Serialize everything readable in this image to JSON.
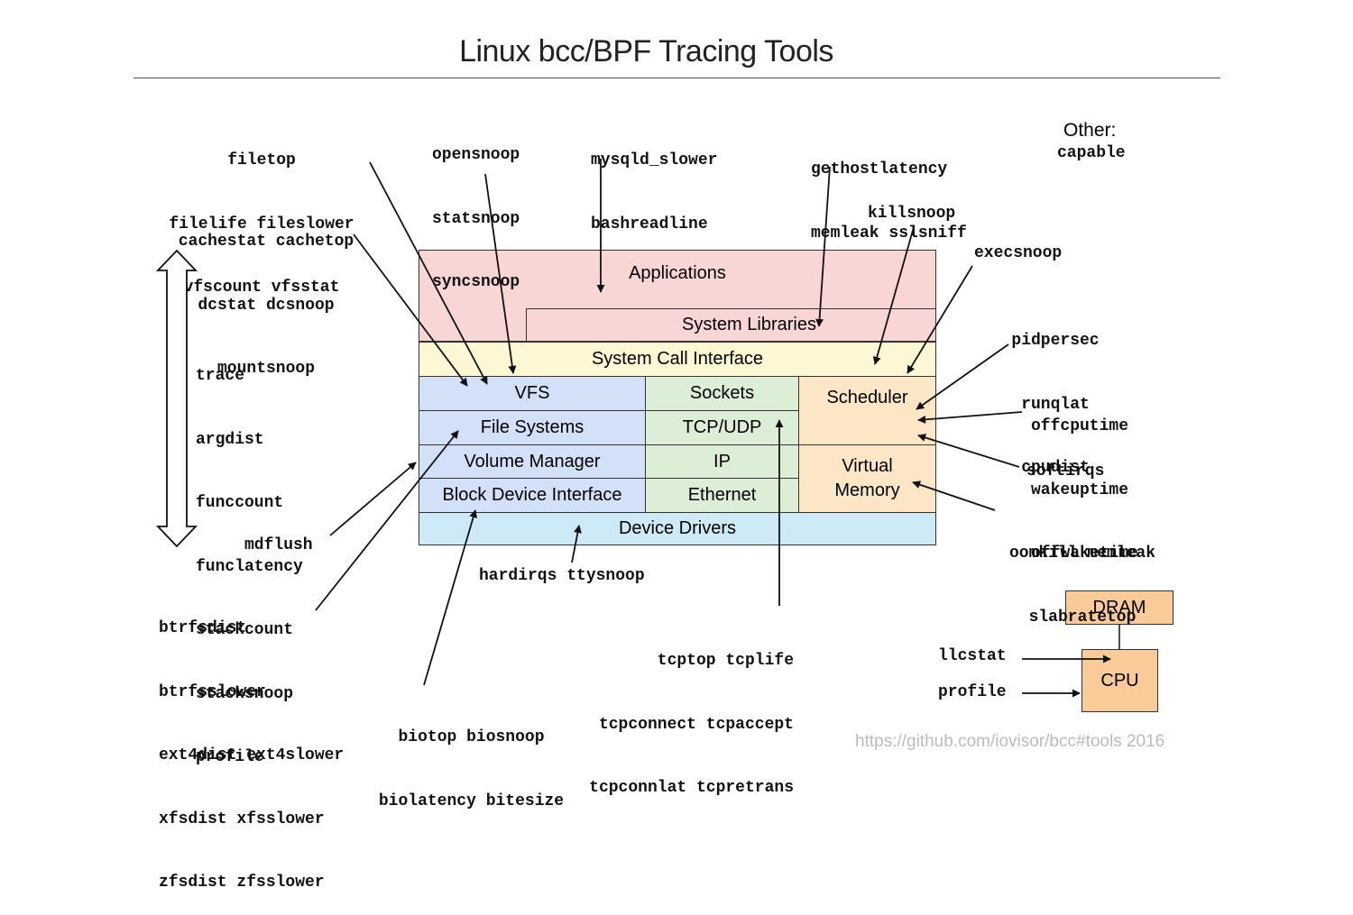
{
  "title": "Linux bcc/BPF Tracing Tools",
  "colors": {
    "applications": "#f9d6d6",
    "syscall": "#fdf7d4",
    "storage": "#d3e1f8",
    "network": "#dcefd6",
    "kernel_misc": "#fbe7c6",
    "drivers": "#cdeaf6",
    "hardware": "#f8cb98"
  },
  "layers": {
    "applications": "Applications",
    "system_libraries": "System Libraries",
    "system_call_interface": "System Call Interface",
    "vfs": "VFS",
    "file_systems": "File Systems",
    "volume_manager": "Volume Manager",
    "block_device_interface": "Block Device Interface",
    "sockets": "Sockets",
    "tcp_udp": "TCP/UDP",
    "ip": "IP",
    "ethernet": "Ethernet",
    "scheduler": "Scheduler",
    "virtual_memory_1": "Virtual",
    "virtual_memory_2": "Memory",
    "device_drivers": "Device Drivers"
  },
  "hardware": {
    "dram": "DRAM",
    "cpu": "CPU"
  },
  "tools": {
    "vfs_group": [
      "filetop",
      "filelife fileslower",
      "vfscount vfsstat"
    ],
    "cache_group": [
      "cachestat cachetop",
      "dcstat dcsnoop",
      "mountsnoop"
    ],
    "syscall_group": [
      "opensnoop",
      "statsnoop",
      "syncsnoop"
    ],
    "app_group": [
      "mysqld_slower",
      "bashreadline"
    ],
    "lib_group": [
      "gethostlatency",
      "memleak sslsniff"
    ],
    "other_label": "Other:",
    "other_tool": "capable",
    "killsnoop": "killsnoop",
    "execsnoop": "execsnoop",
    "sched_group": [
      "pidpersec",
      "runqlat",
      "cpudist"
    ],
    "offcpu_group": [
      "offcputime",
      "wakeuptime",
      "offwaketime"
    ],
    "softirqs": "softirqs",
    "mem_group": [
      "oomkill memleak",
      "slabratetop"
    ],
    "generic_group": [
      "trace",
      "argdist",
      "funccount",
      "funclatency",
      "stackcount",
      "stacksnoop",
      "profile"
    ],
    "mdflush": "mdflush",
    "fs_group": [
      "btrfsdist",
      "btrfsslower",
      "ext4dist ext4slower",
      "xfsdist xfsslower",
      "zfsdist zfsslower"
    ],
    "bio_group": [
      "biotop biosnoop",
      "biolatency bitesize"
    ],
    "irq_group": "hardirqs ttysnoop",
    "tcp_group": [
      "tcptop tcplife",
      "tcpconnect tcpaccept",
      "tcpconnlat tcpretrans"
    ],
    "llcstat": "llcstat",
    "profile_cpu": "profile"
  },
  "footer": "https://github.com/iovisor/bcc#tools 2016"
}
